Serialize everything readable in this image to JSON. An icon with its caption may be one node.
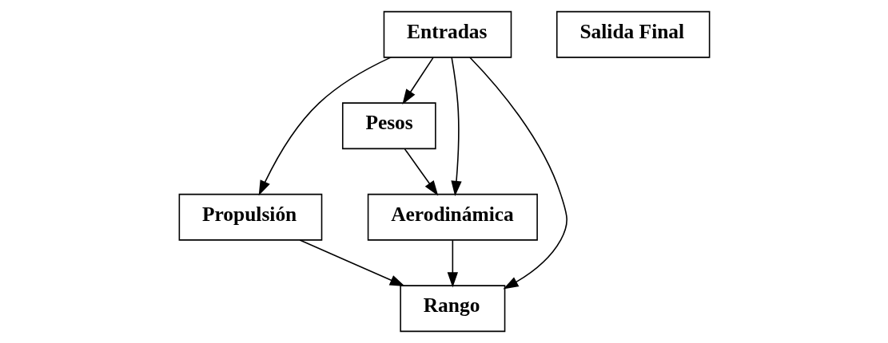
{
  "diagram": {
    "nodes": [
      {
        "text": [
          "Entradas"
        ]
      },
      {
        "text": [
          "Propulsión"
        ]
      },
      {
        "text": [
          "Pesos"
        ]
      },
      {
        "text": [
          "Aerodinámica"
        ]
      },
      {
        "text": [
          "Rango"
        ]
      },
      {
        "text": [
          "Salida Final"
        ]
      }
    ],
    "edges": [
      {
        "from": 0,
        "to": 1,
        "arrow": "to"
      },
      {
        "from": 0,
        "to": 2,
        "arrow": "to"
      },
      {
        "from": 0,
        "to": 3,
        "arrow": "to"
      },
      {
        "from": 0,
        "to": 4,
        "arrow": "to"
      },
      {
        "from": 1,
        "to": 4,
        "arrow": "to"
      },
      {
        "from": 2,
        "to": 3,
        "arrow": "to"
      },
      {
        "from": 3,
        "to": 4,
        "arrow": "to"
      }
    ]
  }
}
